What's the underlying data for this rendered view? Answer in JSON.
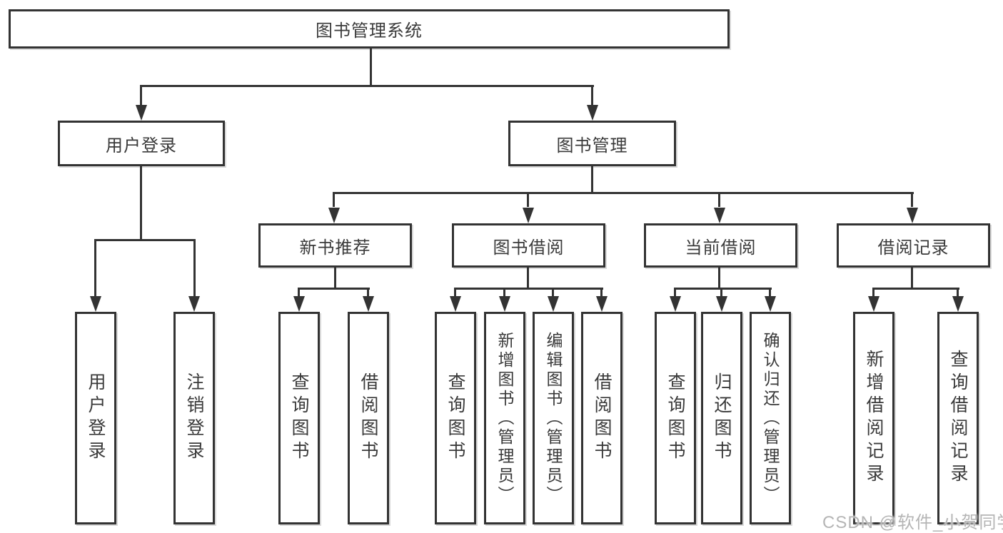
{
  "diagram": {
    "title": "图书管理系统",
    "level2": {
      "user_login": "用户登录",
      "book_mgmt": "图书管理"
    },
    "level3": {
      "new_books": "新书推荐",
      "book_borrow": "图书借阅",
      "current_borrow": "当前借阅",
      "borrow_records": "借阅记录"
    },
    "leaves": {
      "login": "用户登录",
      "logout": "注销登录",
      "nb_query": "查询图书",
      "nb_borrow": "借阅图书",
      "bb_query": "查询图书",
      "bb_add": "新增图书（管理员）",
      "bb_edit": "编辑图书（管理员）",
      "bb_borrow": "借阅图书",
      "cb_query": "查询图书",
      "cb_return": "归还图书",
      "cb_confirm": "确认归还（管理员）",
      "br_add": "新增借阅记录",
      "br_query": "查询借阅记录"
    }
  },
  "watermark": "CSDN @软件_小贺同学",
  "colors": {
    "line": "#333333",
    "text": "#3a3a3a",
    "watermark": "#b5b5b5",
    "background": "#ffffff"
  }
}
